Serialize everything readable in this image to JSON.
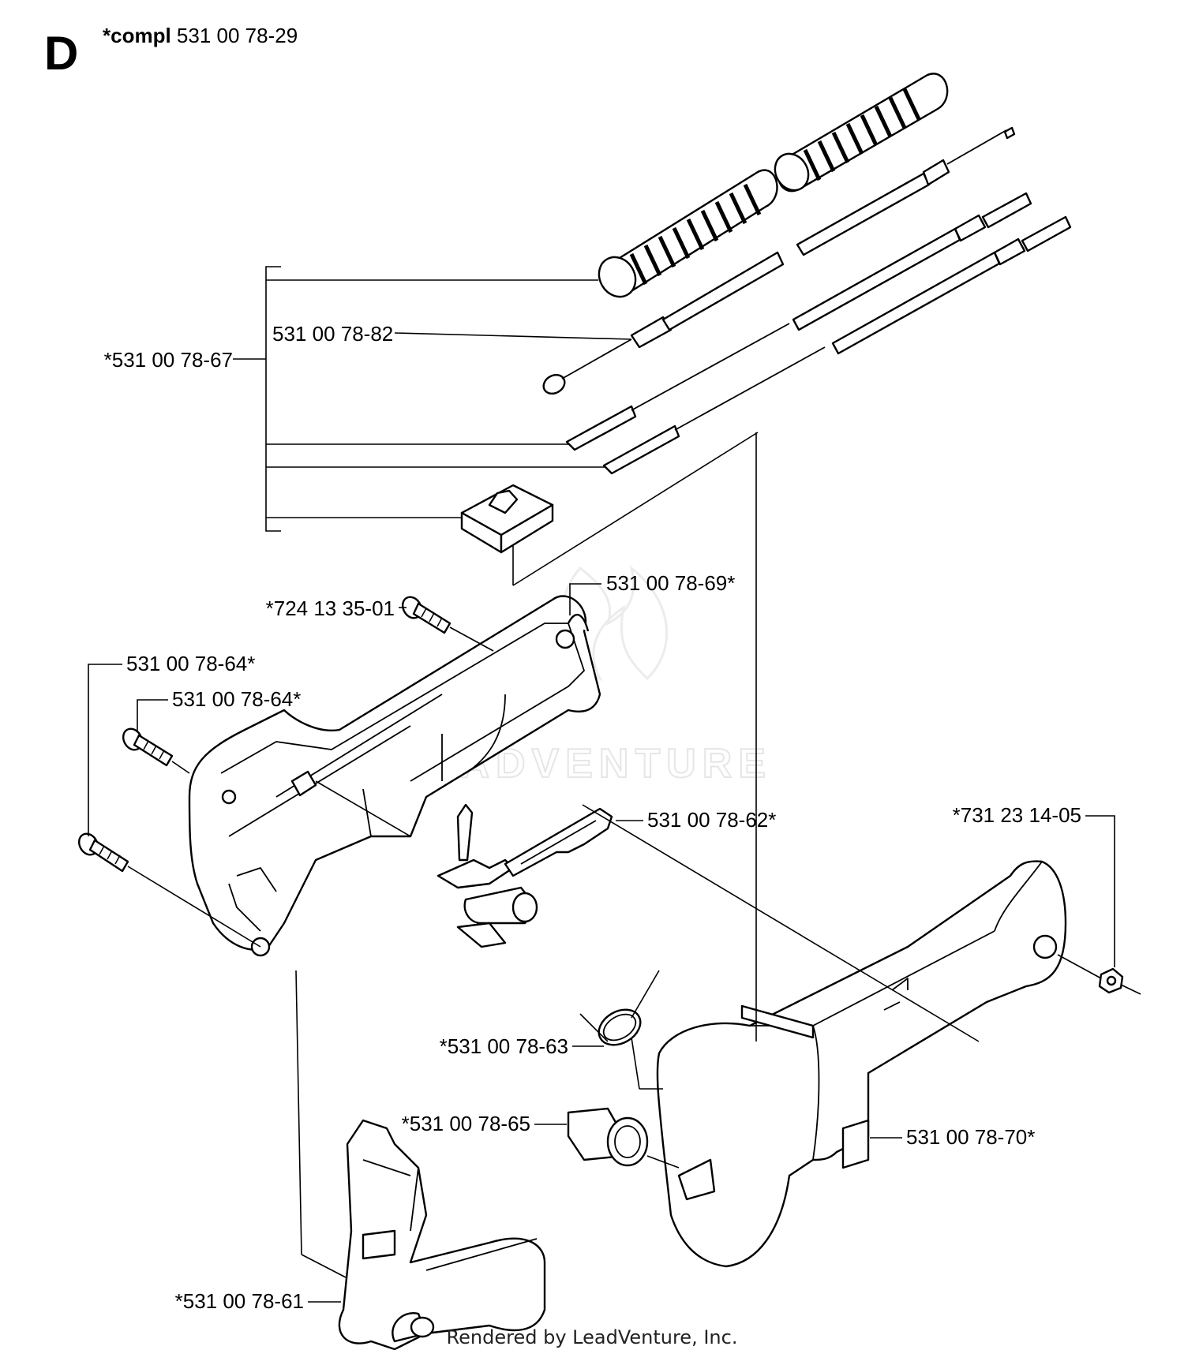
{
  "section_letter": "D",
  "title": {
    "prefix": "*compl",
    "part_number": "531 00 78-29"
  },
  "labels": {
    "p_531_00_78_67": "*531 00 78-67",
    "p_531_00_78_82": "531 00 78-82",
    "p_724_13_35_01": "*724 13 35-01",
    "p_531_00_78_69": "531 00 78-69*",
    "p_531_00_78_64_a": "531 00 78-64*",
    "p_531_00_78_64_b": "531 00 78-64*",
    "p_531_00_78_62": "531 00 78-62*",
    "p_731_23_14_05": "*731 23 14-05",
    "p_531_00_78_63": "*531 00 78-63",
    "p_531_00_78_65": "*531 00 78-65",
    "p_531_00_78_70": "531 00 78-70*",
    "p_531_00_78_61": "*531 00 78-61"
  },
  "footer": "Rendered by LeadVenture, Inc.",
  "watermark": "LEADVENTURE"
}
